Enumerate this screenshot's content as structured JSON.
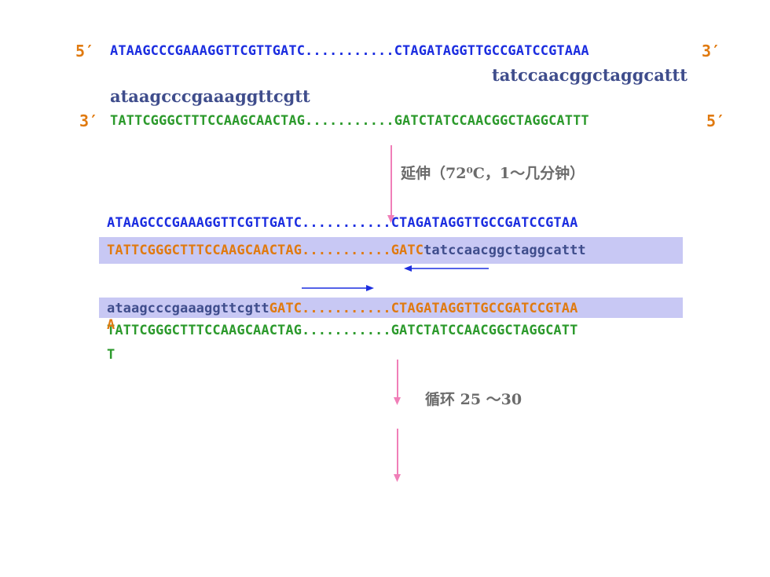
{
  "template": {
    "top_strand": {
      "left_end": "5′",
      "sequence": "ATAAGCCCGAAAGGTTCGTTGATC...........CTAGATAGGTTGCCGATCCGTAAA",
      "right_end": "3′"
    },
    "primer_right": "tatccaacggctaggcattt",
    "primer_left": "ataagcccgaaaggttcgtt",
    "bottom_strand": {
      "left_end": "3′",
      "sequence": "TATTCGGGCTTTCCAAGCAACTAG...........GATCTATCCAACGGCTAGGCATTT",
      "right_end": "5′"
    }
  },
  "step1": {
    "label": "延伸（72⁰C，1～几分钟）"
  },
  "duplex1": {
    "top": "ATAAGCCCGAAAGGTTCGTTGATC...........CTAGATAGGTTGCCGATCCGTAA",
    "bottom_new": "TATTCGGGCTTTCCAAGCAACTAG...........GATC",
    "bottom_primer": "tatccaacggctaggcattt"
  },
  "duplex2": {
    "top_primer": "ataagcccgaaaggttcgtt",
    "top_new": "GATC...........CTAGATAGGTTGCCGATCCGTAA",
    "top_wrap": "A",
    "bottom": "TATTCGGGCTTTCCAAGCAACTAG...........GATCTATCCAACGGCTAGGCATT",
    "bottom_wrap": "T"
  },
  "step2": {
    "label": "循环 25 ～30"
  },
  "colors": {
    "template_blue": "#1c2ee0",
    "template_green": "#2c9a2c",
    "new_strand_orange": "#e07a10",
    "primer_navy": "#3f4d8c",
    "highlight_band": "#c8c8f4",
    "process_arrow_pink": "#f07fb8",
    "direction_arrow_blue": "#1c2ee0"
  }
}
